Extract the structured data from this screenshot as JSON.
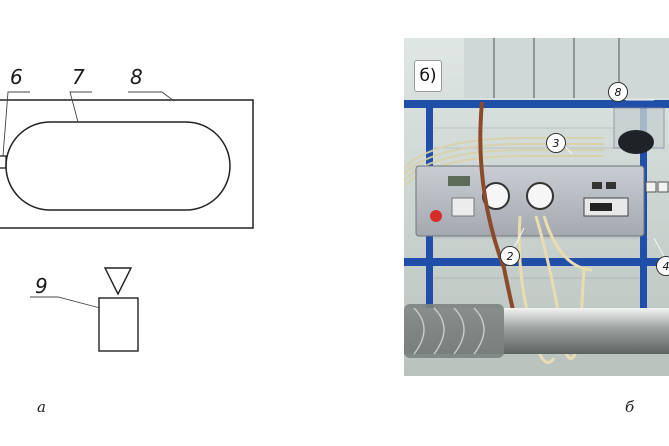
{
  "schematic": {
    "labels": [
      "6",
      "7",
      "8",
      "9"
    ]
  },
  "photo": {
    "panel_tag": "б)",
    "callouts": [
      "8",
      "3",
      "2",
      "4"
    ]
  },
  "captions": {
    "left": "а",
    "right": "б"
  }
}
